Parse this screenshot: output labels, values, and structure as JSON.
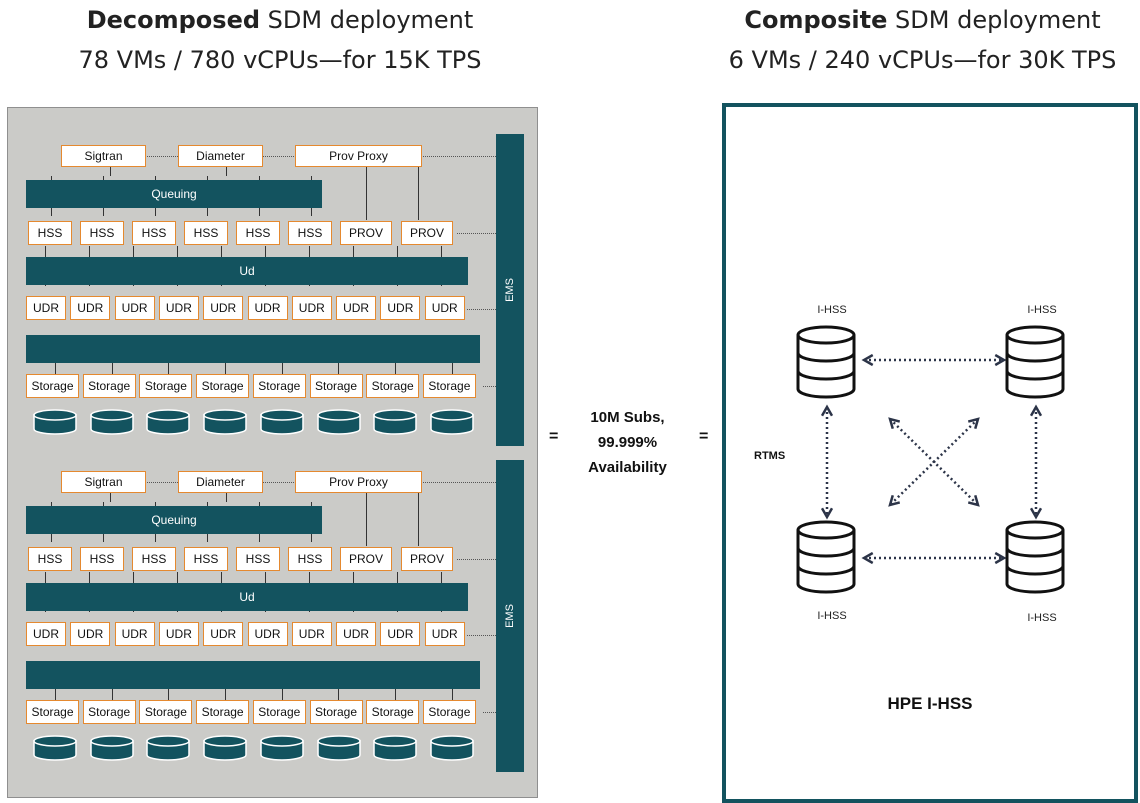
{
  "left_title": {
    "bold": "Decomposed",
    "rest": " SDM deployment",
    "line2": "78 VMs / 780 vCPUs—for 15K TPS"
  },
  "right_title": {
    "bold": "Composite",
    "rest": " SDM deployment",
    "line2": "6 VMs / 240 vCPUs—for 30K TPS"
  },
  "decomposed": {
    "interfaces": [
      "Sigtran",
      "Diameter",
      "Prov Proxy"
    ],
    "queuing_label": "Queuing",
    "hss_row": [
      "HSS",
      "HSS",
      "HSS",
      "HSS",
      "HSS",
      "HSS",
      "PROV",
      "PROV"
    ],
    "ud_label": "Ud",
    "udr_row": [
      "UDR",
      "UDR",
      "UDR",
      "UDR",
      "UDR",
      "UDR",
      "UDR",
      "UDR",
      "UDR",
      "UDR"
    ],
    "storage_row": [
      "Storage",
      "Storage",
      "Storage",
      "Storage",
      "Storage",
      "Storage",
      "Storage",
      "Storage"
    ],
    "ems_label": "EMS"
  },
  "center": {
    "equals": "=",
    "line1": "10M Subs,",
    "line2": "99.999%",
    "line3": "Availability"
  },
  "composite": {
    "nodes": [
      "I-HSS",
      "I-HSS",
      "I-HSS",
      "I-HSS"
    ],
    "rtms_label": "RTMS",
    "product_label": "HPE I-HSS"
  },
  "colors": {
    "teal": "#13535f",
    "orange": "#e5892f",
    "panel_gray": "#cbcbc8"
  }
}
